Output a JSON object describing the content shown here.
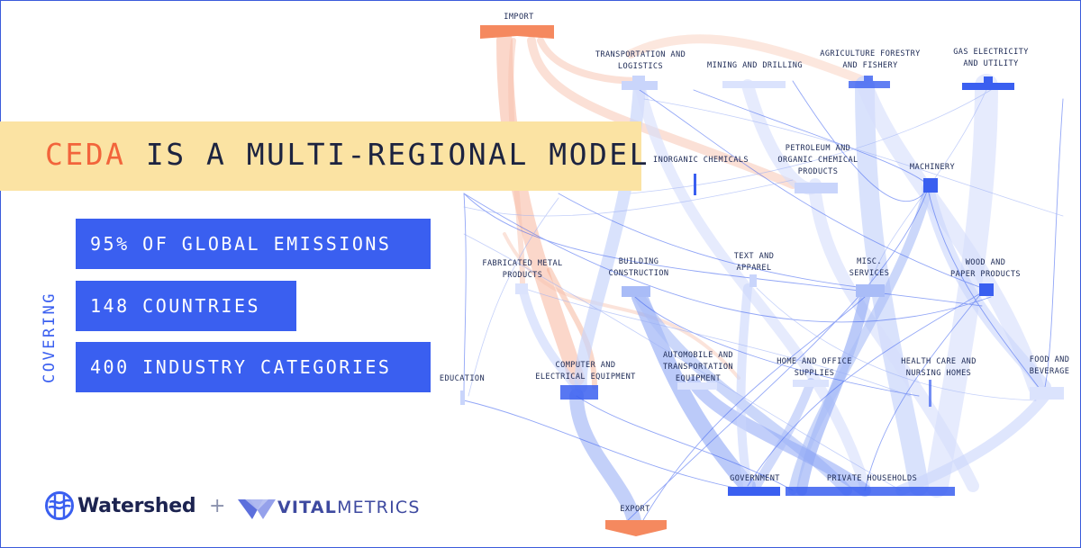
{
  "headline": {
    "accent": "CEDA",
    "rest": " IS A MULTI-REGIONAL MODEL"
  },
  "side_label": "COVERING",
  "stats": [
    "95% OF GLOBAL EMISSIONS",
    "148 COUNTRIES",
    "400 INDUSTRY CATEGORIES"
  ],
  "nodes": {
    "import": "IMPORT",
    "transportation": "TRANSPORTATION AND\nLOGISTICS",
    "mining": "MINING AND DRILLING",
    "agriculture": "AGRICULTURE FORESTRY\nAND FISHERY",
    "gas": "GAS ELECTRICITY\nAND UTILITY",
    "inorganic": "INORGANIC CHEMICALS",
    "petroleum": "PETROLEUM AND\nORGANIC CHEMICAL\nPRODUCTS",
    "machinery": "MACHINERY",
    "fabricated": "FABRICATED METAL\nPRODUCTS",
    "building": "BUILDING\nCONSTRUCTION",
    "textile": "TEXT AND\nAPPAREL",
    "misc": "MISC.\nSERVICES",
    "wood": "WOOD AND\nPAPER PRODUCTS",
    "education": "EDUCATION",
    "computer": "COMPUTER AND\nELECTRICAL EQUIPMENT",
    "automobile": "AUTOMOBILE AND\nTRANSPORTATION\nEQUIPMENT",
    "home": "HOME AND OFFICE\nSUPPLIES",
    "health": "HEALTH CARE AND\nNURSING HOMES",
    "food": "FOOD AND\nBEVERAGE",
    "government": "GOVERNMENT",
    "households": "PRIVATE HOUSEHOLDS",
    "export": "EXPORT"
  },
  "logos": {
    "watershed": "Watershed",
    "plus": "+",
    "vital_bold": "VITAL",
    "vital_rest": "METRICS"
  },
  "colors": {
    "accent_orange": "#f2643b",
    "blue": "#3a5ff0",
    "headline_bg": "#fbe3a3",
    "navy": "#1c2340"
  }
}
